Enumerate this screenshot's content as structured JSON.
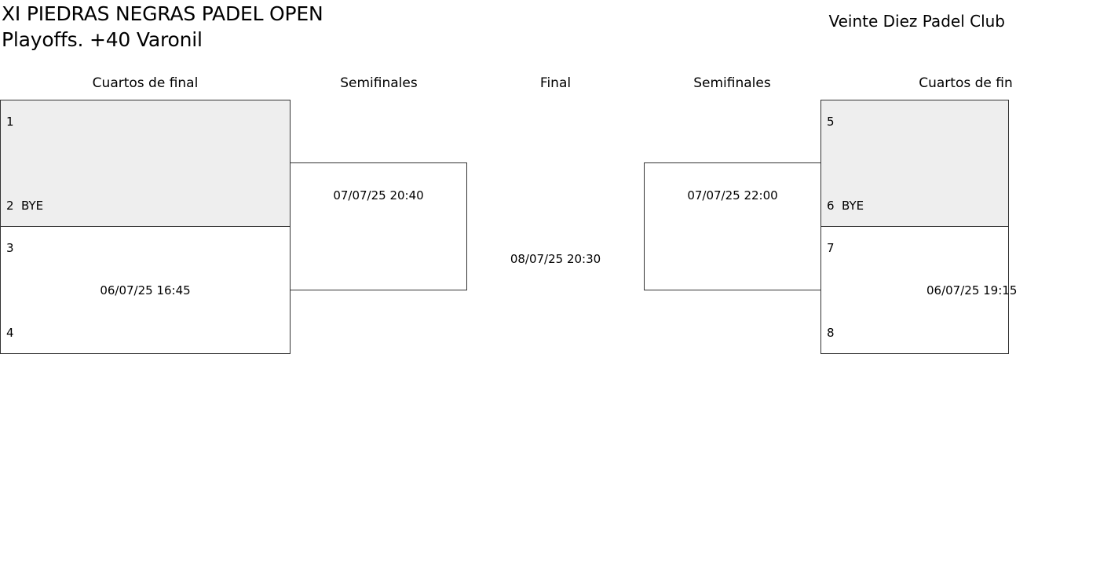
{
  "header": {
    "tournament": "XI PIEDRAS NEGRAS PADEL OPEN",
    "category": "Playoffs. +40 Varonil",
    "club": "Veinte Diez Padel Club"
  },
  "rounds": {
    "left_qf": "Cuartos de final",
    "left_sf": "Semifinales",
    "final": "Final",
    "right_sf": "Semifinales",
    "right_qf": "Cuartos de fin"
  },
  "matches": {
    "qf1": {
      "seed_a": "1",
      "team_a": "",
      "seed_b": "2",
      "team_b": "BYE",
      "date": ""
    },
    "qf2": {
      "seed_a": "3",
      "team_a": "",
      "seed_b": "4",
      "team_b": "",
      "date": "06/07/25 16:45"
    },
    "qf3": {
      "seed_a": "5",
      "team_a": "",
      "seed_b": "6",
      "team_b": "BYE",
      "date": ""
    },
    "qf4": {
      "seed_a": "7",
      "team_a": "",
      "seed_b": "8",
      "team_b": "",
      "date": "06/07/25 19:15"
    },
    "sf1": {
      "date": "07/07/25 20:40"
    },
    "sf2": {
      "date": "07/07/25 22:00"
    },
    "final": {
      "date": "08/07/25 20:30"
    }
  }
}
